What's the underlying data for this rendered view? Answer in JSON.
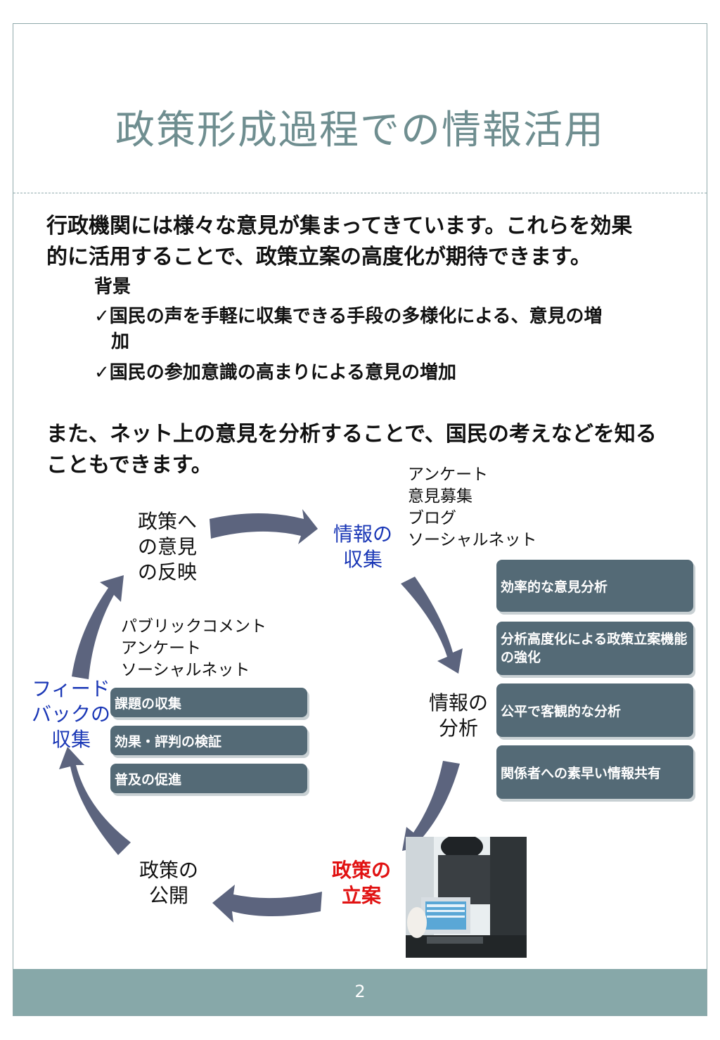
{
  "title": "政策形成過程での情報活用",
  "intro": {
    "line1": "行政機関には様々な意見が集まってきています。これらを効果",
    "line2": "的に活用することで、政策立案の高度化が期待できます。"
  },
  "background": {
    "heading": "背景",
    "items": [
      {
        "line1": "✓国民の声を手軽に収集できる手段の多様化による、意見の増",
        "line2": "加"
      },
      {
        "line1": "✓国民の参加意識の高まりによる意見の増加"
      }
    ]
  },
  "also": {
    "line1": "また、ネット上の意見を分析することで、国民の考えなどを知る",
    "line2": "こともできます。"
  },
  "cycle": {
    "reflect": [
      "政策へ",
      "の意見",
      "の反映"
    ],
    "collect": [
      "情報の",
      "収集"
    ],
    "analyze": [
      "情報の",
      "分析"
    ],
    "plan": [
      "政策の",
      "立案"
    ],
    "publish": [
      "政策の",
      "公開"
    ],
    "feedback": [
      "フィード",
      "バックの",
      "収集"
    ]
  },
  "collect_sources": [
    "アンケート",
    "意見募集",
    "ブログ",
    "ソーシャルネット"
  ],
  "feedback_sources": [
    "パブリックコメント",
    "アンケート",
    "ソーシャルネット"
  ],
  "analysis_boxes": [
    "効率的な意見分析",
    "分析高度化による政策立案機能の強化",
    "公平で客観的な分析",
    "関係者への素早い情報共有"
  ],
  "feedback_boxes": [
    "課題の収集",
    "効果・評判の検証",
    "普及の促進"
  ],
  "page_number": "2",
  "colors": {
    "title": "#6f8e90",
    "arrow": "#5c647e",
    "box": "#546a76",
    "footer": "#87a8a9",
    "blue": "#1a37b6",
    "red": "#e11212"
  }
}
